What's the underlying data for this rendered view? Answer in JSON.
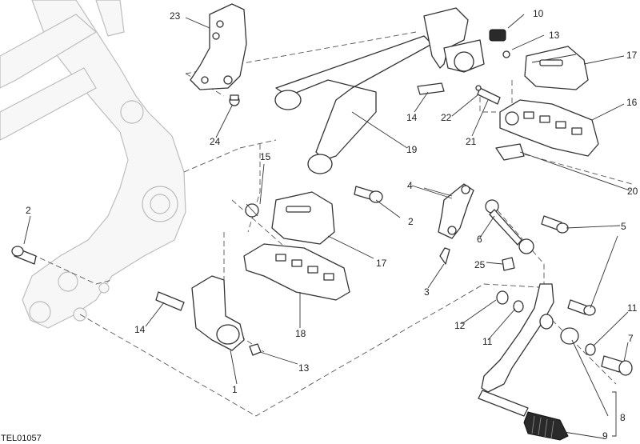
{
  "diagram": {
    "reference_code": "TEL01057",
    "callouts": {
      "c1": "1",
      "c2a": "2",
      "c2b": "2",
      "c3": "3",
      "c4": "4",
      "c5": "5",
      "c6": "6",
      "c7": "7",
      "c8": "8",
      "c9": "9",
      "c10": "10",
      "c11a": "11",
      "c11b": "11",
      "c12": "12",
      "c13a": "13",
      "c13b": "13",
      "c14a": "14",
      "c14b": "14",
      "c15": "15",
      "c16": "16",
      "c17a": "17",
      "c17b": "17",
      "c18": "18",
      "c19": "19",
      "c20": "20",
      "c21": "21",
      "c22": "22",
      "c23": "23",
      "c24": "24",
      "c25": "25"
    }
  }
}
